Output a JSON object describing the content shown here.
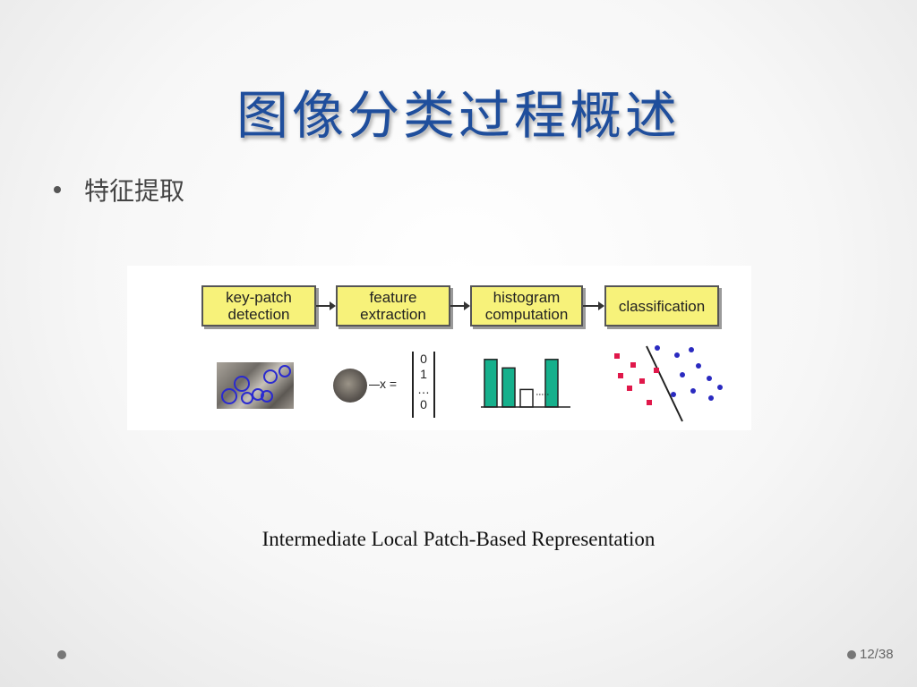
{
  "slide": {
    "title": "图像分类过程概述",
    "bullet": "特征提取",
    "caption": "Intermediate Local Patch-Based Representation",
    "page": "12/38"
  },
  "figure": {
    "stages": [
      {
        "line1": "key-patch",
        "line2": "detection"
      },
      {
        "line1": "feature",
        "line2": "extraction"
      },
      {
        "line1": "histogram",
        "line2": "computation"
      },
      {
        "line1": "classification",
        "line2": ""
      }
    ],
    "vector_label": "x =",
    "vector_entries": [
      "0",
      "1",
      "…",
      "0"
    ],
    "histogram_values": [
      0.95,
      0.78,
      0.35,
      0.95
    ],
    "colors": {
      "box_fill": "#f7f27a",
      "circle_blue": "#2a2ad0",
      "bar_teal": "#16b08c",
      "red_class": "#e0184a",
      "blue_class": "#2a2ac0"
    }
  }
}
